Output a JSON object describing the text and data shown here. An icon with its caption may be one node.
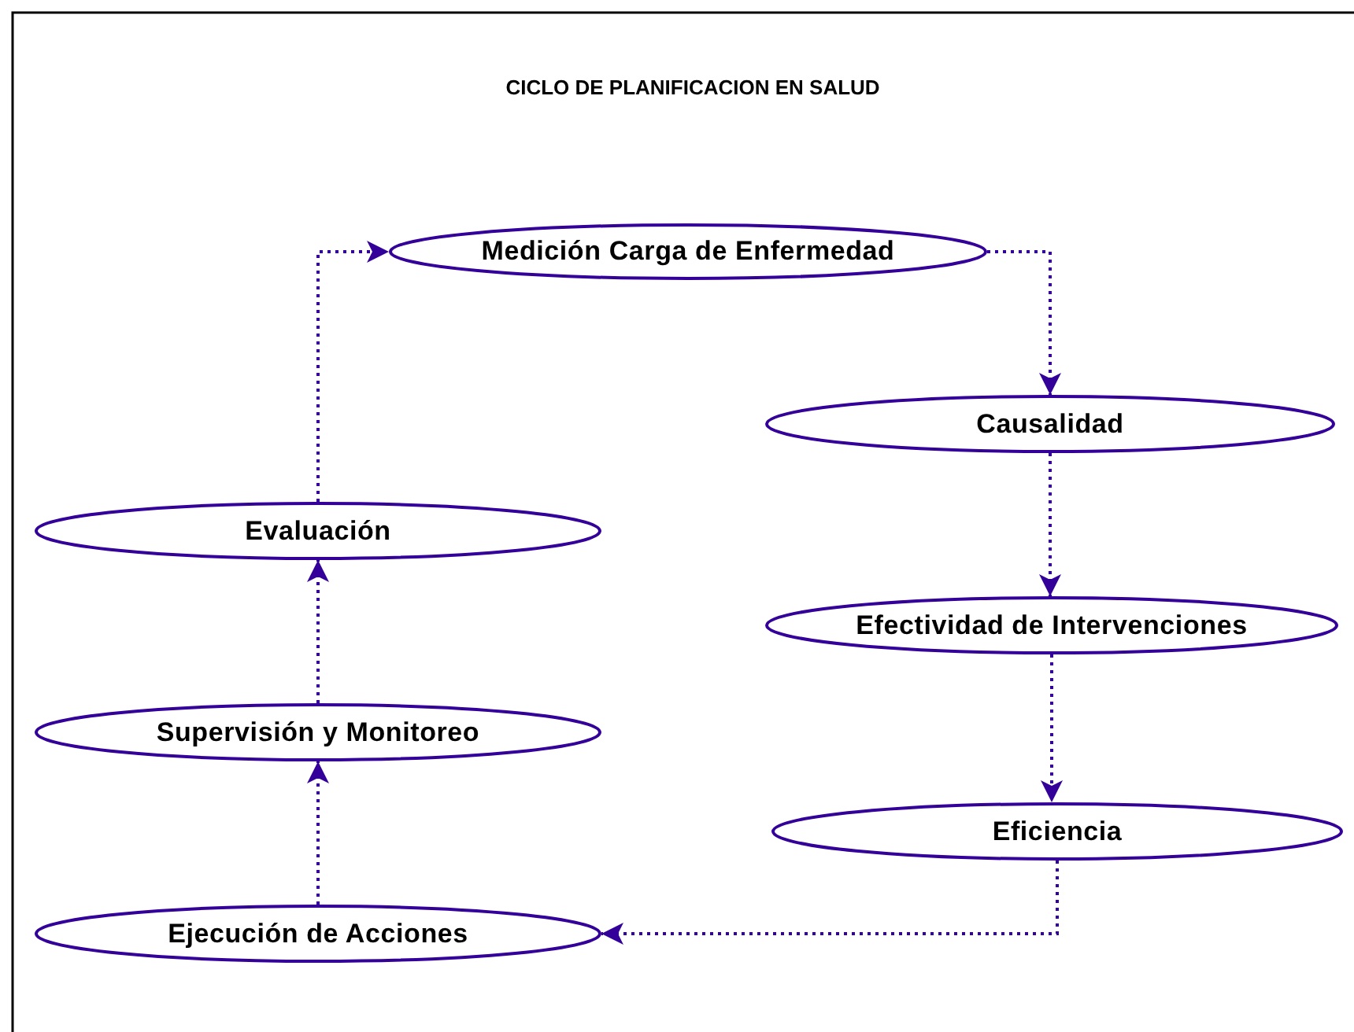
{
  "diagram": {
    "title": "CICLO DE PLANIFICACION EN SALUD",
    "nodes": [
      {
        "text": [
          "Medición Carga de Enfermedad"
        ]
      },
      {
        "text": [
          "Causalidad"
        ]
      },
      {
        "text": [
          "Efectividad de Intervenciones"
        ]
      },
      {
        "text": [
          "Eficiencia"
        ]
      },
      {
        "text": [
          "Ejecución de Acciones"
        ]
      },
      {
        "text": [
          "Supervisión y Monitoreo"
        ]
      },
      {
        "text": [
          "Evaluación"
        ]
      }
    ],
    "edges": [
      {
        "from": 0,
        "to": 1,
        "arrow": "to"
      },
      {
        "from": 1,
        "to": 2,
        "arrow": "to"
      },
      {
        "from": 2,
        "to": 3,
        "arrow": "to"
      },
      {
        "from": 3,
        "to": 4,
        "arrow": "to"
      },
      {
        "from": 4,
        "to": 5,
        "arrow": "to"
      },
      {
        "from": 5,
        "to": 6,
        "arrow": "to"
      },
      {
        "from": 6,
        "to": 0,
        "arrow": "to"
      }
    ]
  }
}
